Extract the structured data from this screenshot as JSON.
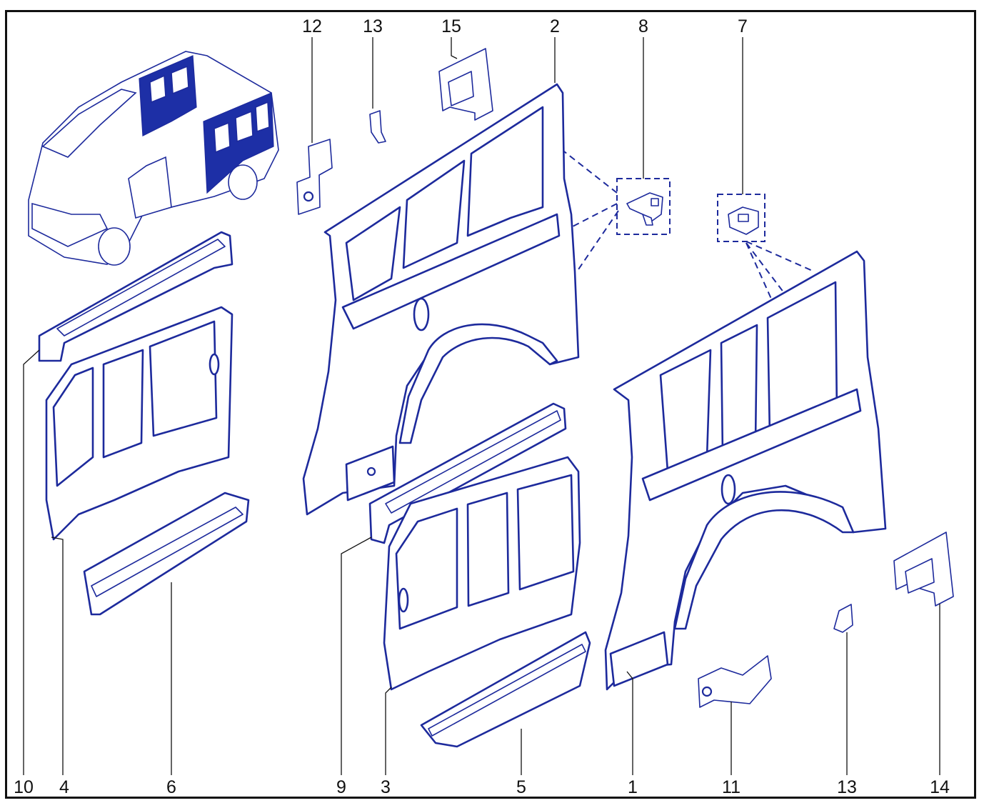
{
  "colors": {
    "line": "#1d2a9c",
    "highlight": "#1d2fa6",
    "frame": "#111111"
  },
  "callouts": {
    "c12": "12",
    "c13_top": "13",
    "c15": "15",
    "c2": "2",
    "c8": "8",
    "c7": "7",
    "c10": "10",
    "c4": "4",
    "c6": "6",
    "c9": "9",
    "c3": "3",
    "c5": "5",
    "c1": "1",
    "c11": "11",
    "c13_bottom": "13",
    "c14": "14"
  }
}
